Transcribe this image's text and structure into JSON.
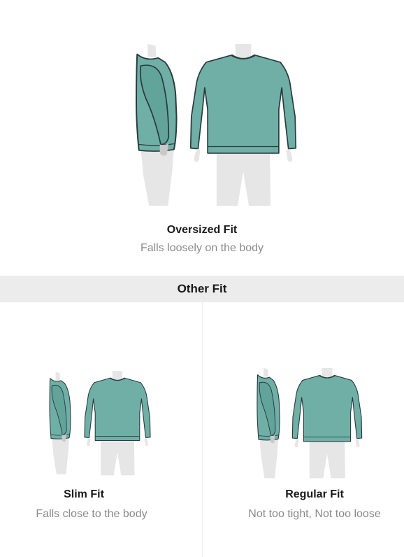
{
  "featured": {
    "title": "Oversized Fit",
    "subtitle": "Falls loosely on the body"
  },
  "section_header": "Other Fit",
  "options": [
    {
      "title": "Slim Fit",
      "subtitle": "Falls close to the body"
    },
    {
      "title": "Regular Fit",
      "subtitle": "Not too tight, Not too loose"
    }
  ],
  "colors": {
    "sweater": "#6fafa6",
    "outline": "#2a3b3f",
    "body": "#e6e6e6",
    "banner": "#ececec",
    "subtitle": "#8a8a8a"
  }
}
